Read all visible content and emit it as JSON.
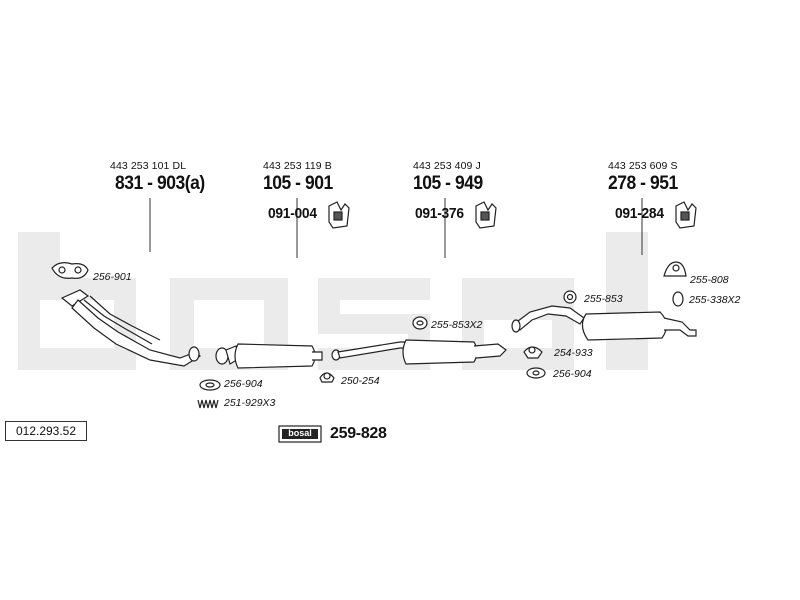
{
  "catalog_ref": "012.293.52",
  "watermark_text": "bosal",
  "main_parts": [
    {
      "oem": "443 253 101 DL",
      "number": "831 - 903(a)"
    },
    {
      "oem": "443 253 119 B",
      "number": "105 - 901",
      "hanger": "091-004"
    },
    {
      "oem": "443 253 409 J",
      "number": "105 - 949",
      "hanger": "091-376"
    },
    {
      "oem": "443 253 609 S",
      "number": "278 - 951",
      "hanger": "091-284"
    }
  ],
  "small_parts": {
    "gasket_front": "256-901",
    "ring_front": "256-904",
    "spring": "251-929X3",
    "clamp_mid": "250-254",
    "clamp_rear": "255-853X2",
    "clamp_tail": "255-853",
    "rubber_tail": "255-808",
    "clip_tail": "255-338X2",
    "clamp_center": "254-933",
    "ring_center": "256-904"
  },
  "kit": {
    "brand": "bosal",
    "number": "259-828"
  }
}
